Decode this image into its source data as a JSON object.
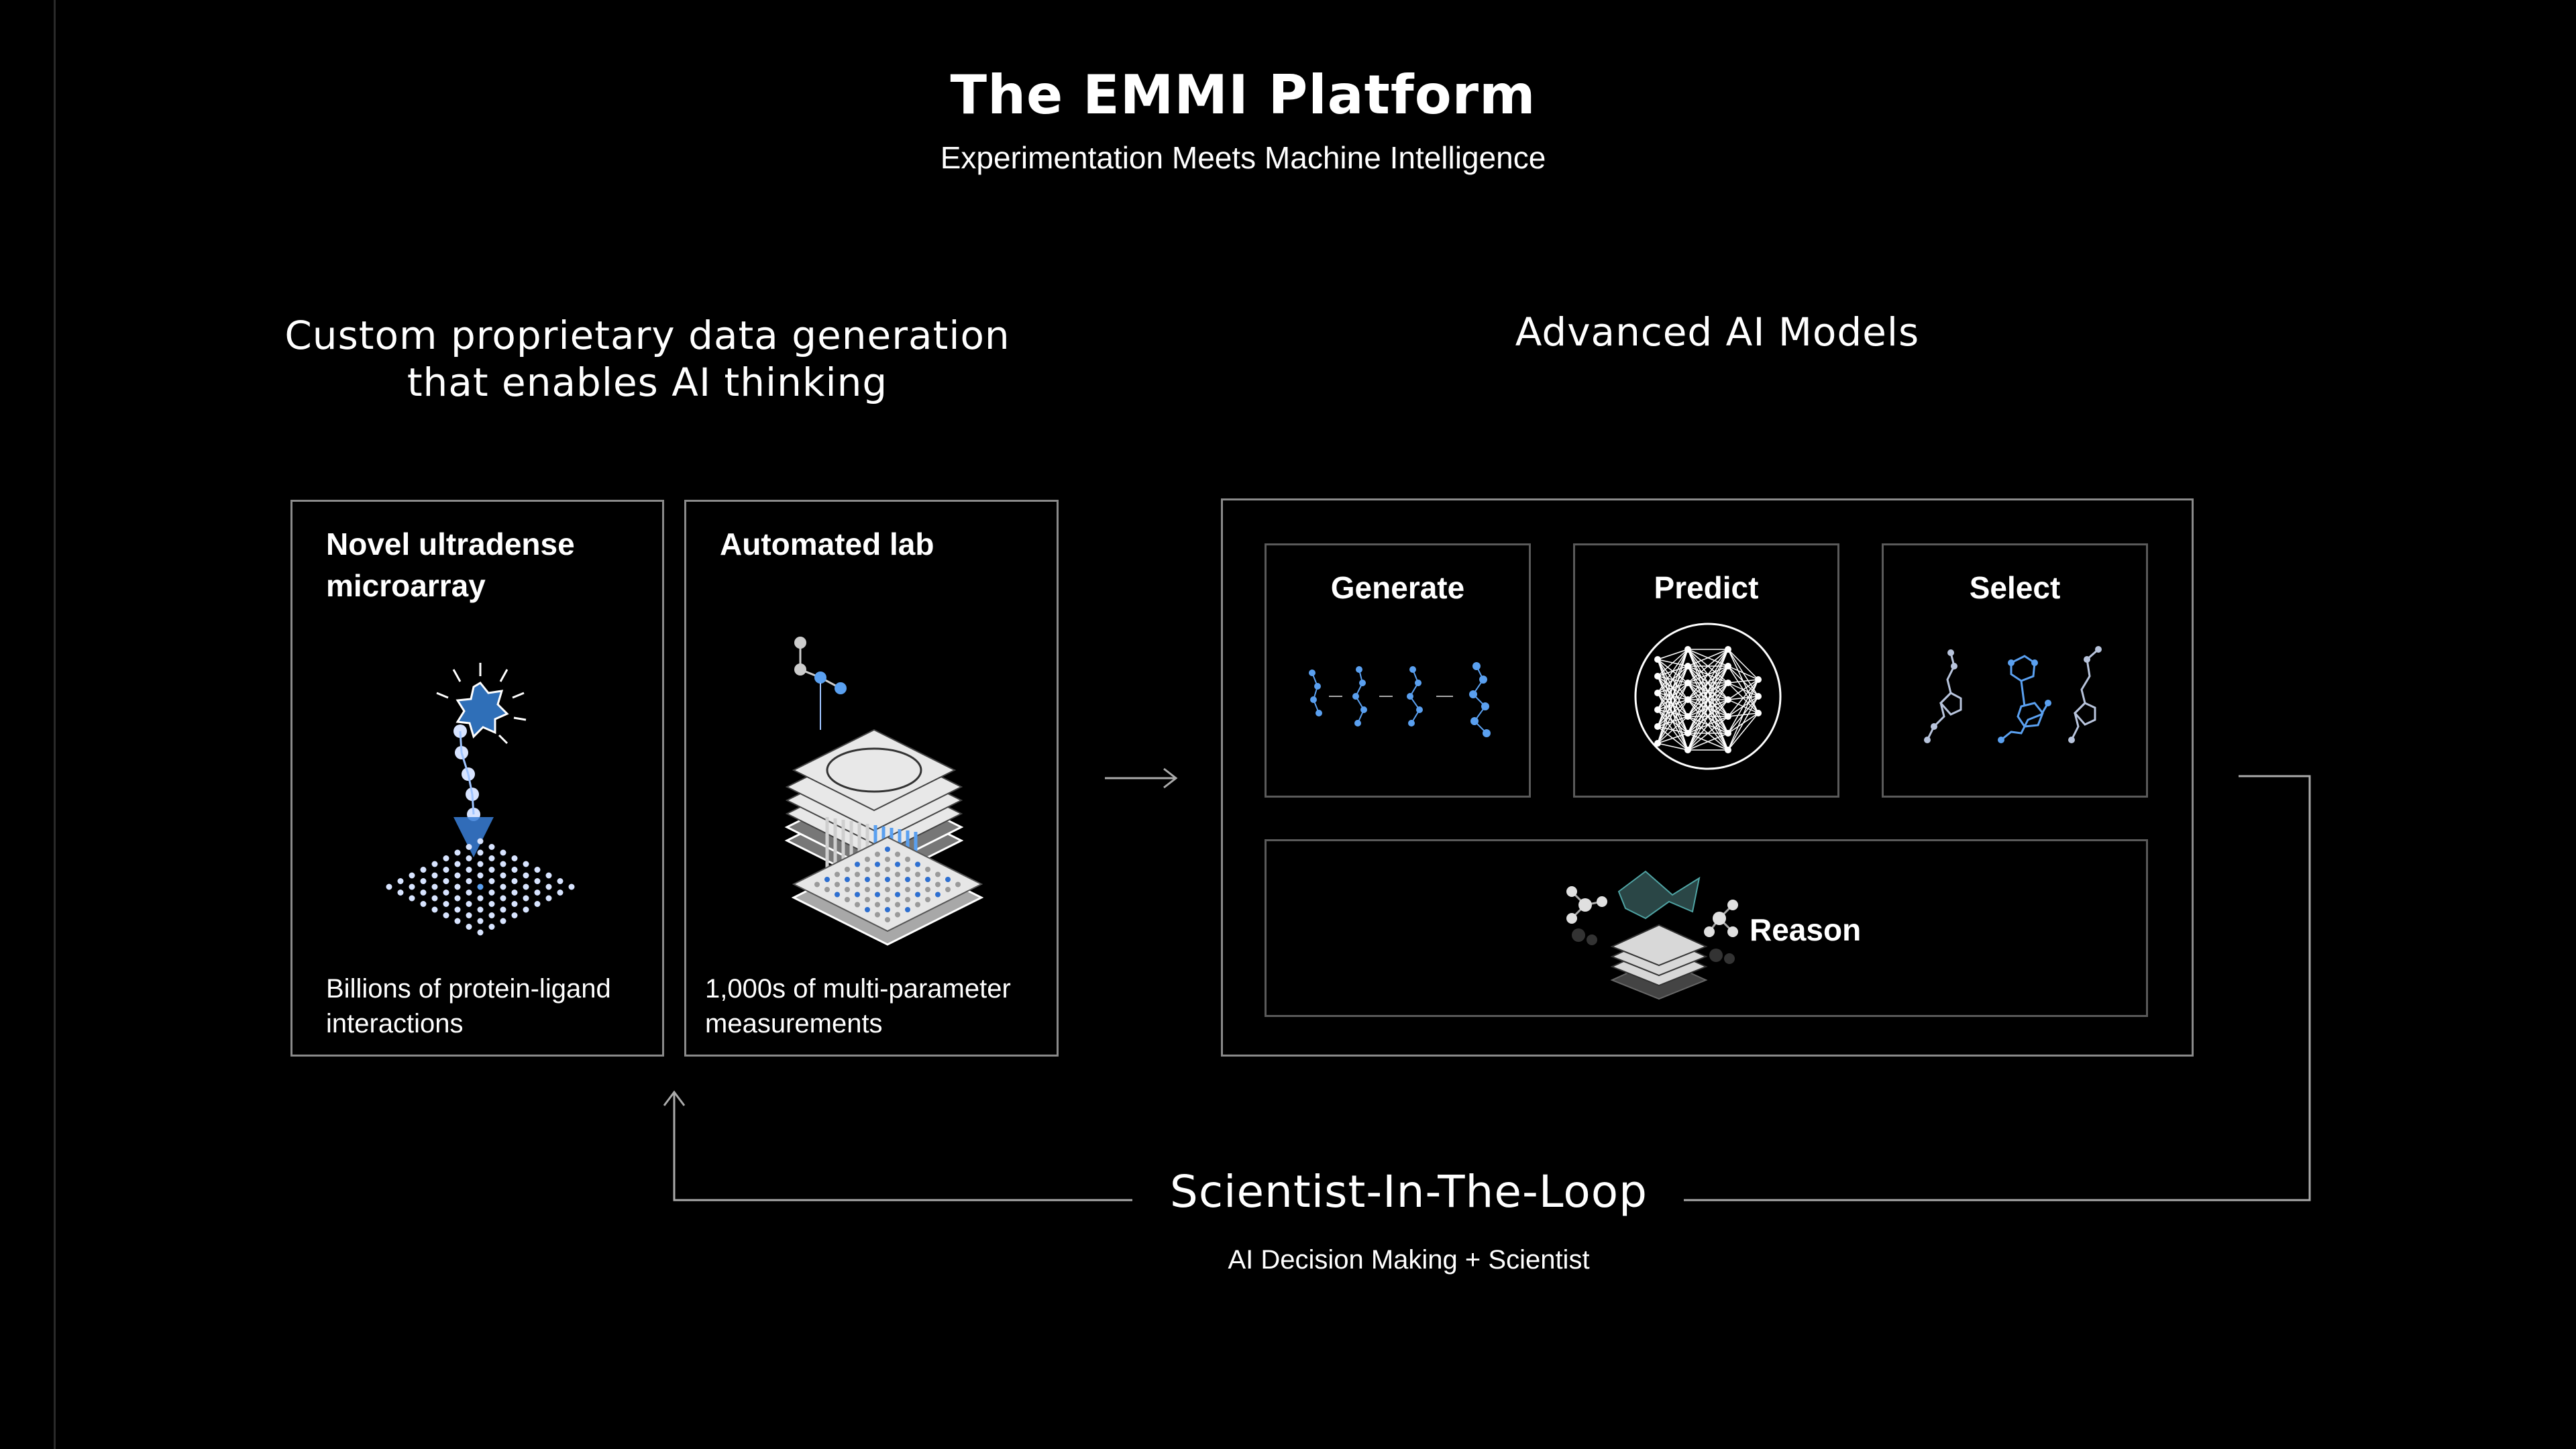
{
  "header": {
    "title": "The EMMI Platform",
    "subtitle": "Experimentation Meets Machine Intelligence"
  },
  "left_section": {
    "heading_line1": "Custom proprietary data generation",
    "heading_line2": "that enables AI thinking",
    "cards": [
      {
        "title_line1": "Novel ultradense",
        "title_line2": "microarray",
        "caption_line1": "Billions of protein-ligand",
        "caption_line2": "interactions",
        "icon": "microarray-icon"
      },
      {
        "title_line1": "Automated lab",
        "caption_line1": "1,000s of multi-parameter",
        "caption_line2": "measurements",
        "icon": "automated-lab-icon"
      }
    ]
  },
  "right_section": {
    "heading": "Advanced AI Models",
    "models": [
      {
        "label": "Generate",
        "icon": "generate-molecules-icon"
      },
      {
        "label": "Predict",
        "icon": "neural-network-icon"
      },
      {
        "label": "Select",
        "icon": "selected-molecules-icon"
      },
      {
        "label": "Reason",
        "icon": "reasoning-stack-icon"
      }
    ]
  },
  "loop": {
    "title": "Scientist-In-The-Loop",
    "subtitle": "AI Decision Making + Scientist"
  },
  "colors": {
    "background": "#000000",
    "text": "#ffffff",
    "border": "#8a8a8a",
    "inner_border": "#5a5a5a",
    "accent_blue": "#5aa0f0",
    "molecule_gray": "#b8c4dc"
  }
}
